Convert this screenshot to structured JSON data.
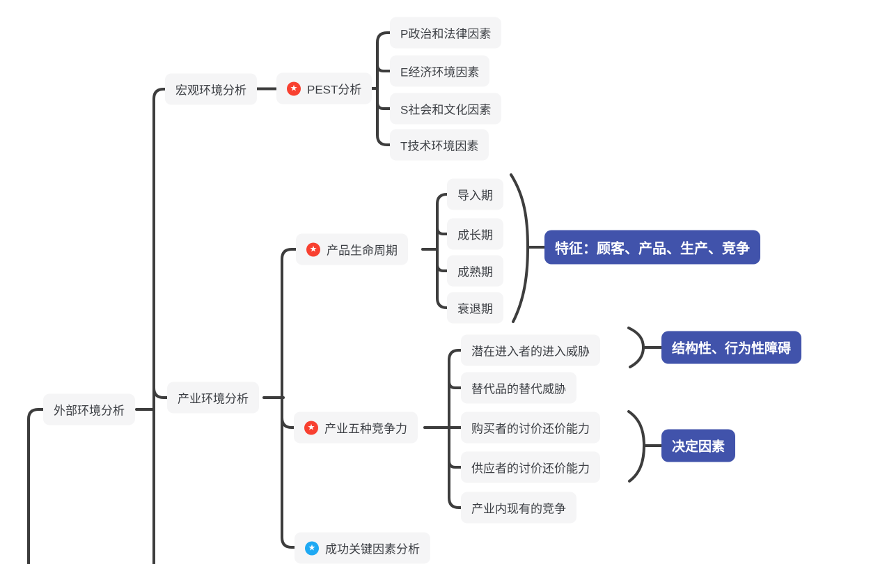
{
  "palette": {
    "background": "#ffffff",
    "connector": "#3d3d3d",
    "node_bg": "#f5f5f6",
    "node_text": "#3c3f44",
    "summary_badge_bg": "#4153ab",
    "summary_badge_text": "#ffffff",
    "star_red": "#f84030",
    "star_blue": "#1ea9f3"
  },
  "icons": {
    "star_glyph": "★"
  },
  "nodes": {
    "root": {
      "label": "外部环境分析"
    },
    "macro": {
      "label": "宏观环境分析"
    },
    "pest": {
      "label": "PEST分析",
      "icon": "red-star"
    },
    "pest_children": [
      {
        "label": "P政治和法律因素"
      },
      {
        "label": "E经济环境因素"
      },
      {
        "label": "S社会和文化因素"
      },
      {
        "label": "T技术环境因素"
      }
    ],
    "industry": {
      "label": "产业环境分析"
    },
    "plc": {
      "label": "产品生命周期",
      "icon": "red-star"
    },
    "plc_children": [
      {
        "label": "导入期"
      },
      {
        "label": "成长期"
      },
      {
        "label": "成熟期"
      },
      {
        "label": "衰退期"
      }
    ],
    "forces": {
      "label": "产业五种竞争力",
      "icon": "red-star"
    },
    "forces_children": [
      {
        "label": "潜在进入者的进入威胁"
      },
      {
        "label": "替代品的替代威胁"
      },
      {
        "label": "购买者的讨价还价能力"
      },
      {
        "label": "供应者的讨价还价能力"
      },
      {
        "label": "产业内现有的竞争"
      }
    ],
    "ksf": {
      "label": "成功关键因素分析",
      "icon": "blue-star"
    }
  },
  "summaries": [
    {
      "label": "特征：顾客、产品、生产、竞争"
    },
    {
      "label": "结构性、行为性障碍"
    },
    {
      "label": "决定因素"
    }
  ]
}
